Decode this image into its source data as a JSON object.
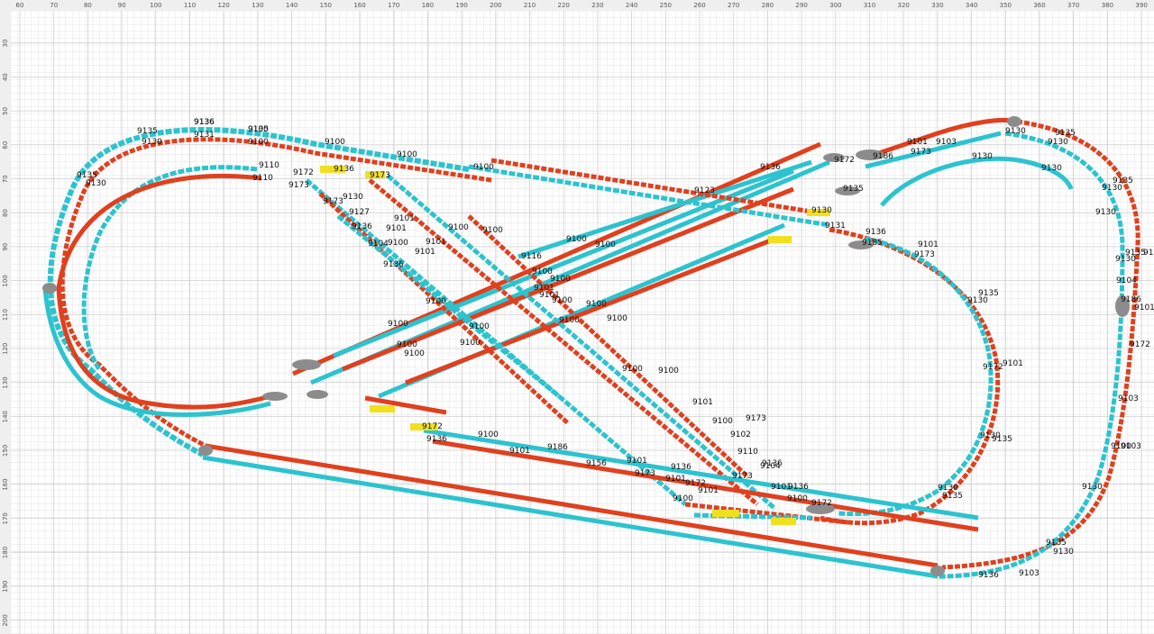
{
  "ruler": {
    "top_ticks": [
      "60",
      "70",
      "80",
      "90",
      "100",
      "110",
      "120",
      "130",
      "140",
      "150",
      "160",
      "170",
      "180",
      "190",
      "200",
      "210",
      "220",
      "230",
      "240",
      "250",
      "260",
      "270",
      "280",
      "290",
      "300",
      "310",
      "320",
      "330",
      "340",
      "350",
      "360",
      "370",
      "380",
      "390"
    ],
    "left_ticks": [
      "30",
      "40",
      "50",
      "60",
      "70",
      "80",
      "90",
      "100",
      "110",
      "120",
      "130",
      "140",
      "150",
      "160",
      "170",
      "180",
      "190",
      "200"
    ]
  },
  "colors": {
    "track_cyan": "#2cc3cf",
    "track_red": "#e0401e",
    "switch_yellow": "#f0e020",
    "switch_gray": "#8c8c8c",
    "grid_minor": "#e4e4e4",
    "grid_major": "#cfcfcf",
    "ruler_bg": "#efefef"
  },
  "piece_labels": [
    "9136",
    "9100",
    "9131",
    "9100",
    "9100",
    "9100",
    "9100",
    "9135",
    "9130",
    "9135",
    "9130",
    "9172",
    "9136",
    "9173",
    "9110",
    "9110",
    "9173",
    "9130",
    "9173",
    "9127",
    "9136",
    "9104",
    "9101",
    "9101",
    "9100",
    "9101",
    "9101",
    "9100",
    "9136",
    "9100",
    "9100",
    "9116",
    "9100",
    "9101",
    "9101",
    "9100",
    "9100",
    "9100",
    "9136",
    "9172",
    "9186",
    "9173",
    "9101",
    "9103",
    "9130",
    "9135",
    "9130",
    "9130",
    "9130",
    "9135",
    "9130",
    "9104",
    "9186",
    "9101",
    "9172",
    "9103",
    "9100",
    "9103",
    "9130",
    "9135",
    "9130",
    "9135",
    "9135",
    "9130",
    "9100",
    "9100",
    "9100",
    "9100",
    "9100",
    "9100",
    "9100",
    "9100",
    "9100",
    "9100",
    "9100",
    "9172",
    "9136",
    "9100",
    "9101",
    "9186",
    "9156",
    "9101",
    "9173",
    "9136",
    "9101",
    "9172",
    "9101",
    "9173",
    "9104",
    "9136",
    "9172",
    "9101",
    "9130",
    "9135",
    "9130",
    "9135",
    "9130",
    "9135",
    "9130",
    "9136",
    "9103",
    "9131",
    "9136",
    "9185",
    "9101",
    "9173",
    "9135",
    "9130",
    "9123",
    "9101",
    "9100",
    "9102",
    "9110",
    "9136",
    "9101",
    "9100",
    "9172",
    "9173",
    "9100",
    "9136",
    "9135"
  ]
}
